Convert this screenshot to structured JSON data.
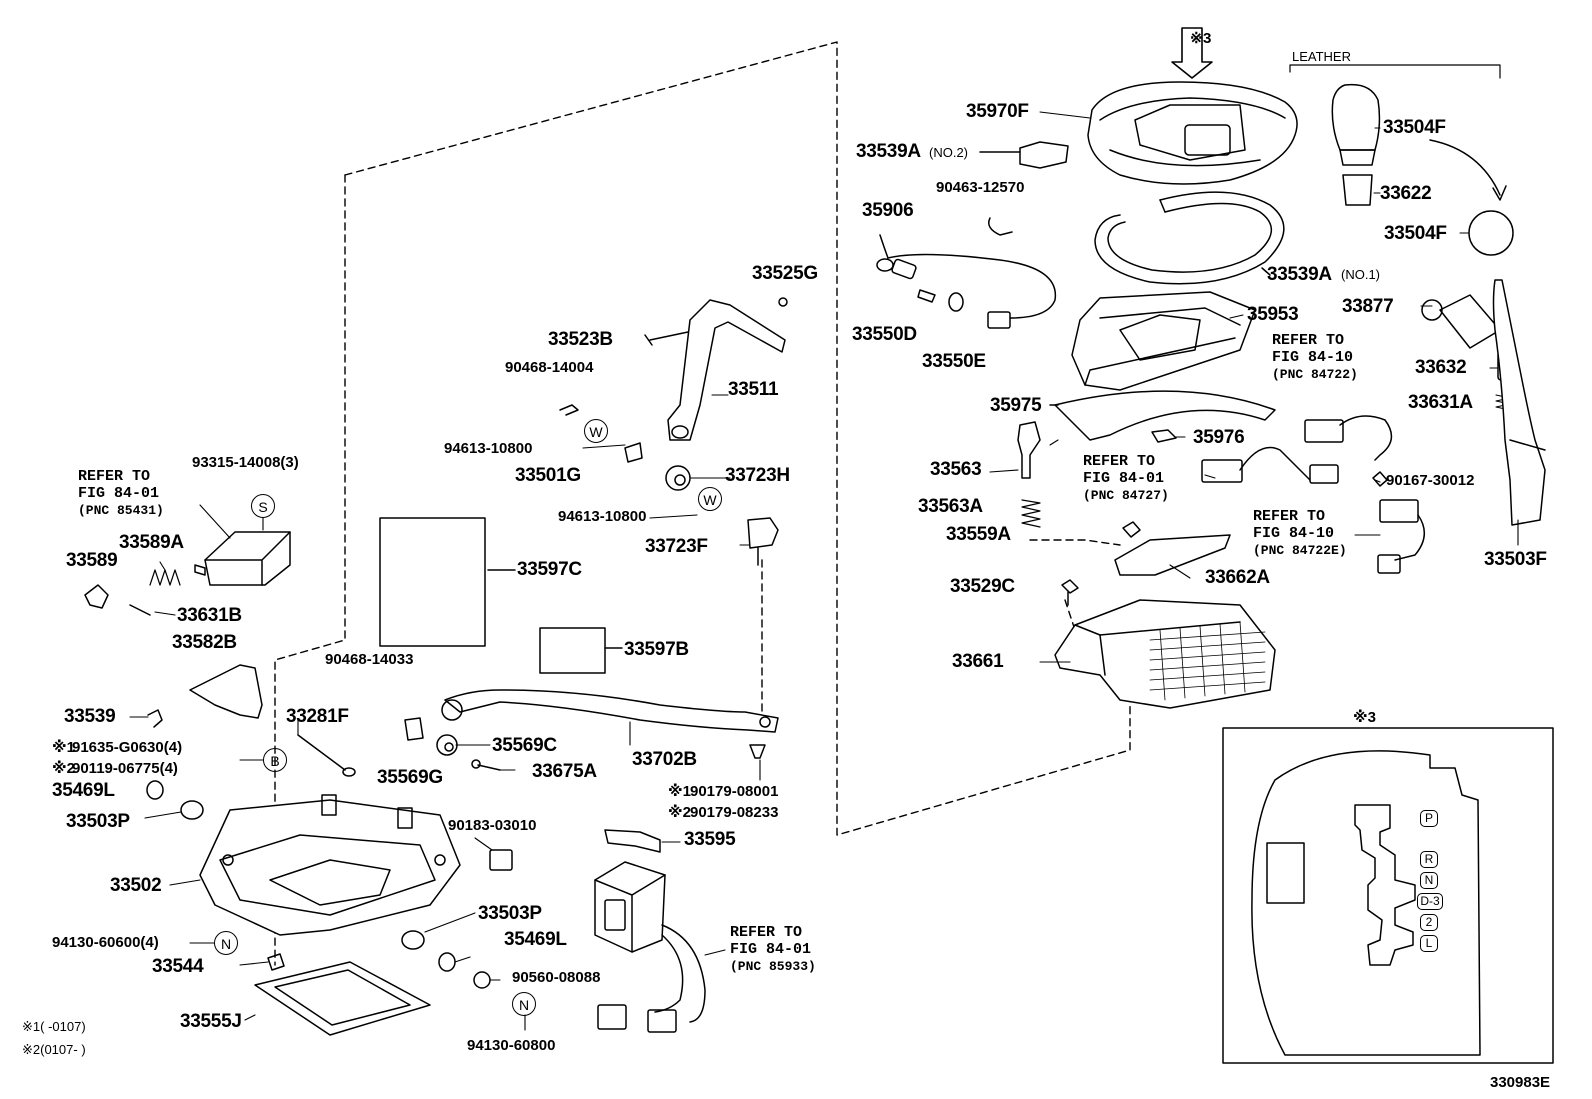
{
  "diagram_id": "330983E",
  "inset_label": "※3",
  "arrow_label": "※3",
  "leather_label": "LEATHER",
  "notes": [
    "※1(      -0107)",
    "※2(0107-      )"
  ],
  "circle_marks": {
    "W": "W",
    "S": "S",
    "B": "B",
    "N": "N"
  },
  "shift_positions": [
    "P",
    "R",
    "N",
    "D-3",
    "2",
    "L"
  ],
  "labels": {
    "p35970F": "35970F",
    "p33539A2": "33539A",
    "no2": "(NO.2)",
    "p90463": "90463-12570",
    "p35906": "35906",
    "p33539A1": "33539A",
    "no1": "(NO.1)",
    "p33550D": "33550D",
    "p33550E": "33550E",
    "p35953": "35953",
    "p35975": "35975",
    "p35976": "35976",
    "p33563": "33563",
    "p33563A": "33563A",
    "p33559A": "33559A",
    "p33662A": "33662A",
    "p33529C": "33529C",
    "p33661": "33661",
    "p33504F_a": "33504F",
    "p33622": "33622",
    "p33504F_b": "33504F",
    "p33877": "33877",
    "p33632": "33632",
    "p33631A": "33631A",
    "p90167": "90167-30012",
    "p33503F": "33503F",
    "p33525G": "33525G",
    "p33523B": "33523B",
    "p90468_14004": "90468-14004",
    "p33511": "33511",
    "p94613_a": "94613-10800",
    "p33501G": "33501G",
    "p33723H": "33723H",
    "p94613_b": "94613-10800",
    "p33723F": "33723F",
    "p33597C": "33597C",
    "p33597B": "33597B",
    "p90468_14033": "90468-14033",
    "p33702B": "33702B",
    "p35569C": "35569C",
    "p35569G": "35569G",
    "p33675A": "33675A",
    "p90179_1": "90179-08001",
    "p90179_2": "90179-08233",
    "p33595": "33595",
    "p93315": "93315-14008(3)",
    "p33589": "33589",
    "p33589A": "33589A",
    "p33631B": "33631B",
    "p33582B": "33582B",
    "p33539": "33539",
    "p33281F": "33281F",
    "p91635": "91635-G0630(4)",
    "p90119": "90119-06775(4)",
    "p35469L_a": "35469L",
    "p33503P_a": "33503P",
    "p90183": "90183-03010",
    "p33502": "33502",
    "p33503P_b": "33503P",
    "p94130_a": "94130-60600(4)",
    "p35469L_b": "35469L",
    "p33544": "33544",
    "p90560": "90560-08088",
    "p33555J": "33555J",
    "p94130_b": "94130-60800",
    "mark1": "※1",
    "mark2": "※2",
    "mark1b": "※1",
    "mark2b": "※2"
  },
  "refer": {
    "r1": {
      "l1": "REFER TO",
      "l2": "FIG 84-01",
      "l3": "(PNC 85431)"
    },
    "r2": {
      "l1": "REFER TO",
      "l2": "FIG 84-10",
      "l3": "(PNC 84722)"
    },
    "r3": {
      "l1": "REFER TO",
      "l2": "FIG 84-01",
      "l3": "(PNC 84727)"
    },
    "r4": {
      "l1": "REFER TO",
      "l2": "FIG 84-10",
      "l3": "(PNC 84722E)"
    },
    "r5": {
      "l1": "REFER TO",
      "l2": "FIG 84-01",
      "l3": "(PNC 85933)"
    }
  }
}
